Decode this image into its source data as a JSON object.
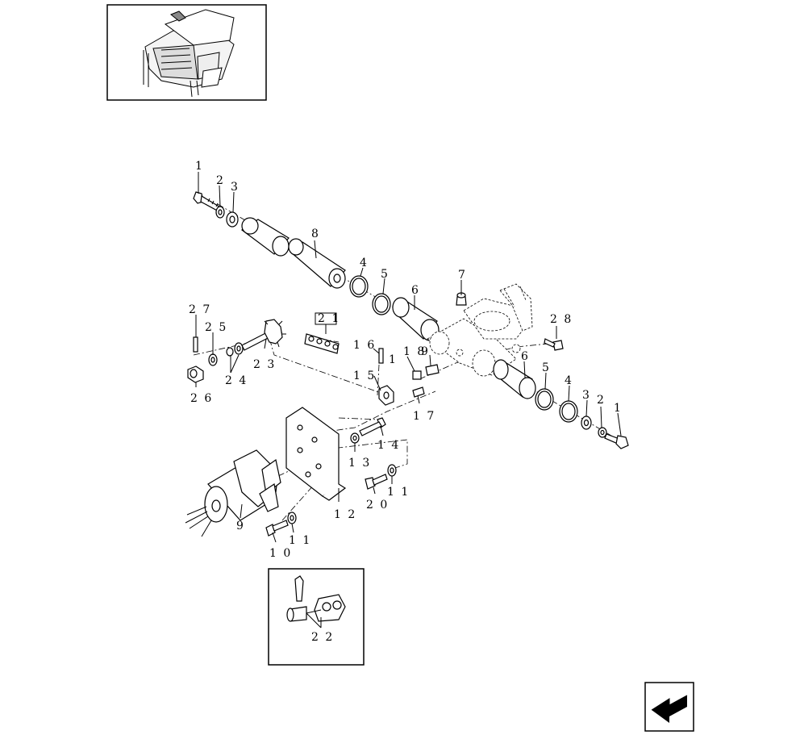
{
  "callouts": {
    "c1a": "1",
    "c2a": "2",
    "c3a": "3",
    "c8": "8",
    "c4a": "4",
    "c5a": "5",
    "c6a": "6",
    "c7": "7",
    "c28": "2 8",
    "c27": "2 7",
    "c25": "2 5",
    "c23": "2 3",
    "c24": "2 4",
    "c26": "2 6",
    "c21": "2 1",
    "c16": "1 6",
    "c1b": "1",
    "c18": "1 8",
    "c19": "9",
    "c15": "1 5",
    "c17": "1 7",
    "c6b": "6",
    "c5b": "5",
    "c4b": "4",
    "c3b": "3",
    "c2b": "2",
    "c1c": "1",
    "c14": "1 4",
    "c13": "1 3",
    "c12": "1 2",
    "c20": "2 0",
    "c11a": "1 1",
    "c9": "9",
    "c10": "1 0",
    "c11b": "1 1",
    "c22": "2 2"
  },
  "icons": {
    "thumbnail": "machine-overview-icon",
    "nav": "previous-page-arrow-icon"
  }
}
